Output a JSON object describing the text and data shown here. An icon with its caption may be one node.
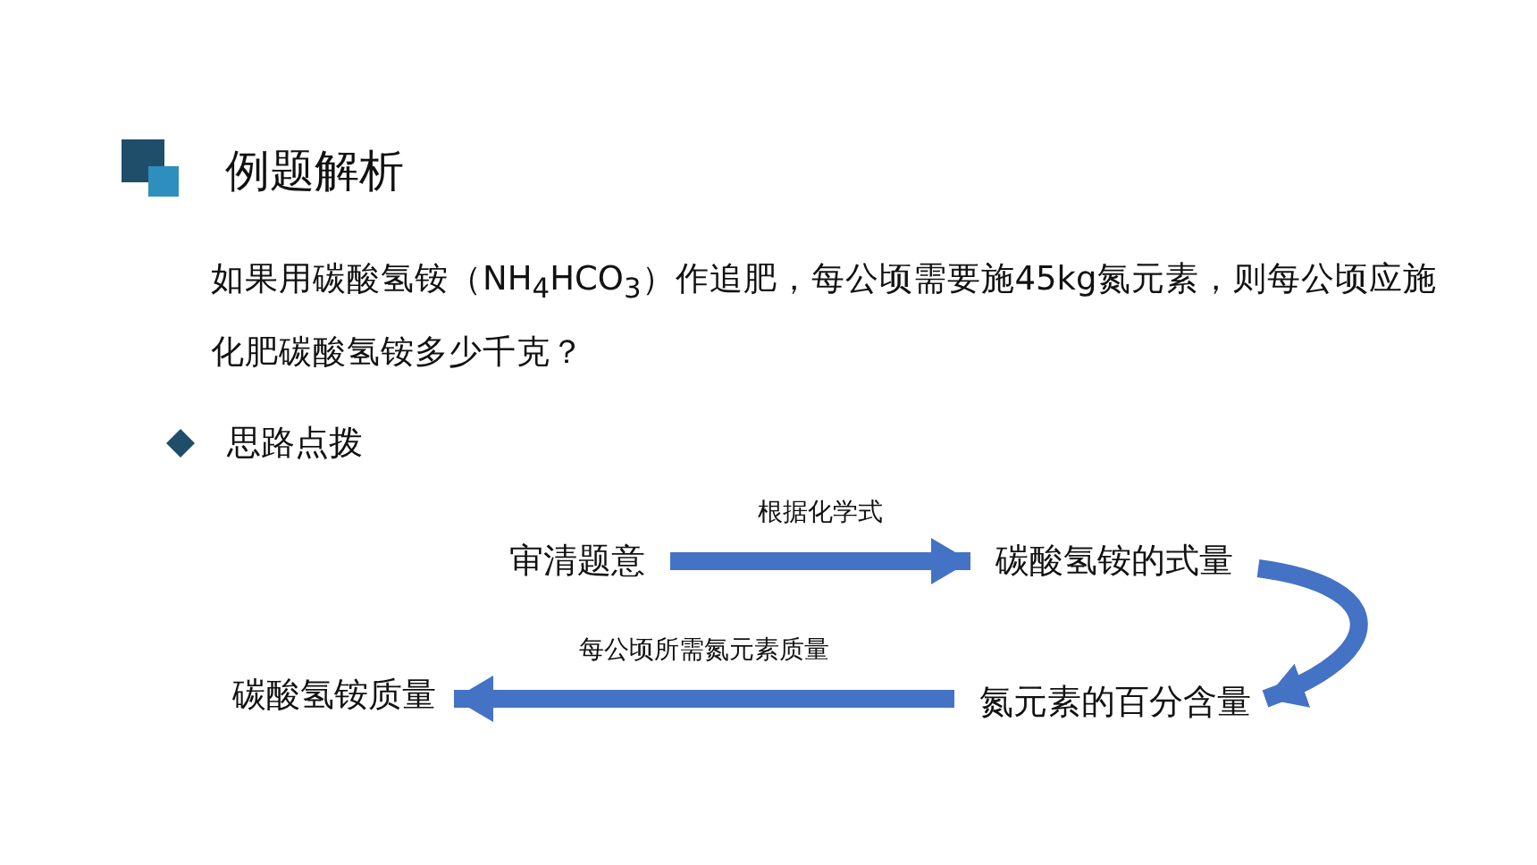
{
  "diagram": {
    "title": "例题解析",
    "nodes": [
      {
        "text": [
          "审清题意"
        ]
      },
      {
        "text": [
          "碳酸氢铵的式量"
        ]
      },
      {
        "text": [
          "氮元素的百分含量"
        ]
      },
      {
        "text": [
          "碳酸氢铵质量"
        ]
      }
    ],
    "edges": [
      {
        "from": 0,
        "to": 1,
        "arrow": "to",
        "label": "根据化学式"
      },
      {
        "from": 1,
        "to": 2,
        "arrow": "to"
      },
      {
        "from": 2,
        "to": 3,
        "arrow": "to",
        "label": "每公顷所需氮元素质量"
      }
    ],
    "labels": [
      "如果用碳酸氢铵（NH$_{4}$HCO$_{3}$）作追肥，每公顷需要施45kg氮元素，则每公顷应施化肥碳酸氢铵多少千克？",
      "思路点拨"
    ]
  }
}
